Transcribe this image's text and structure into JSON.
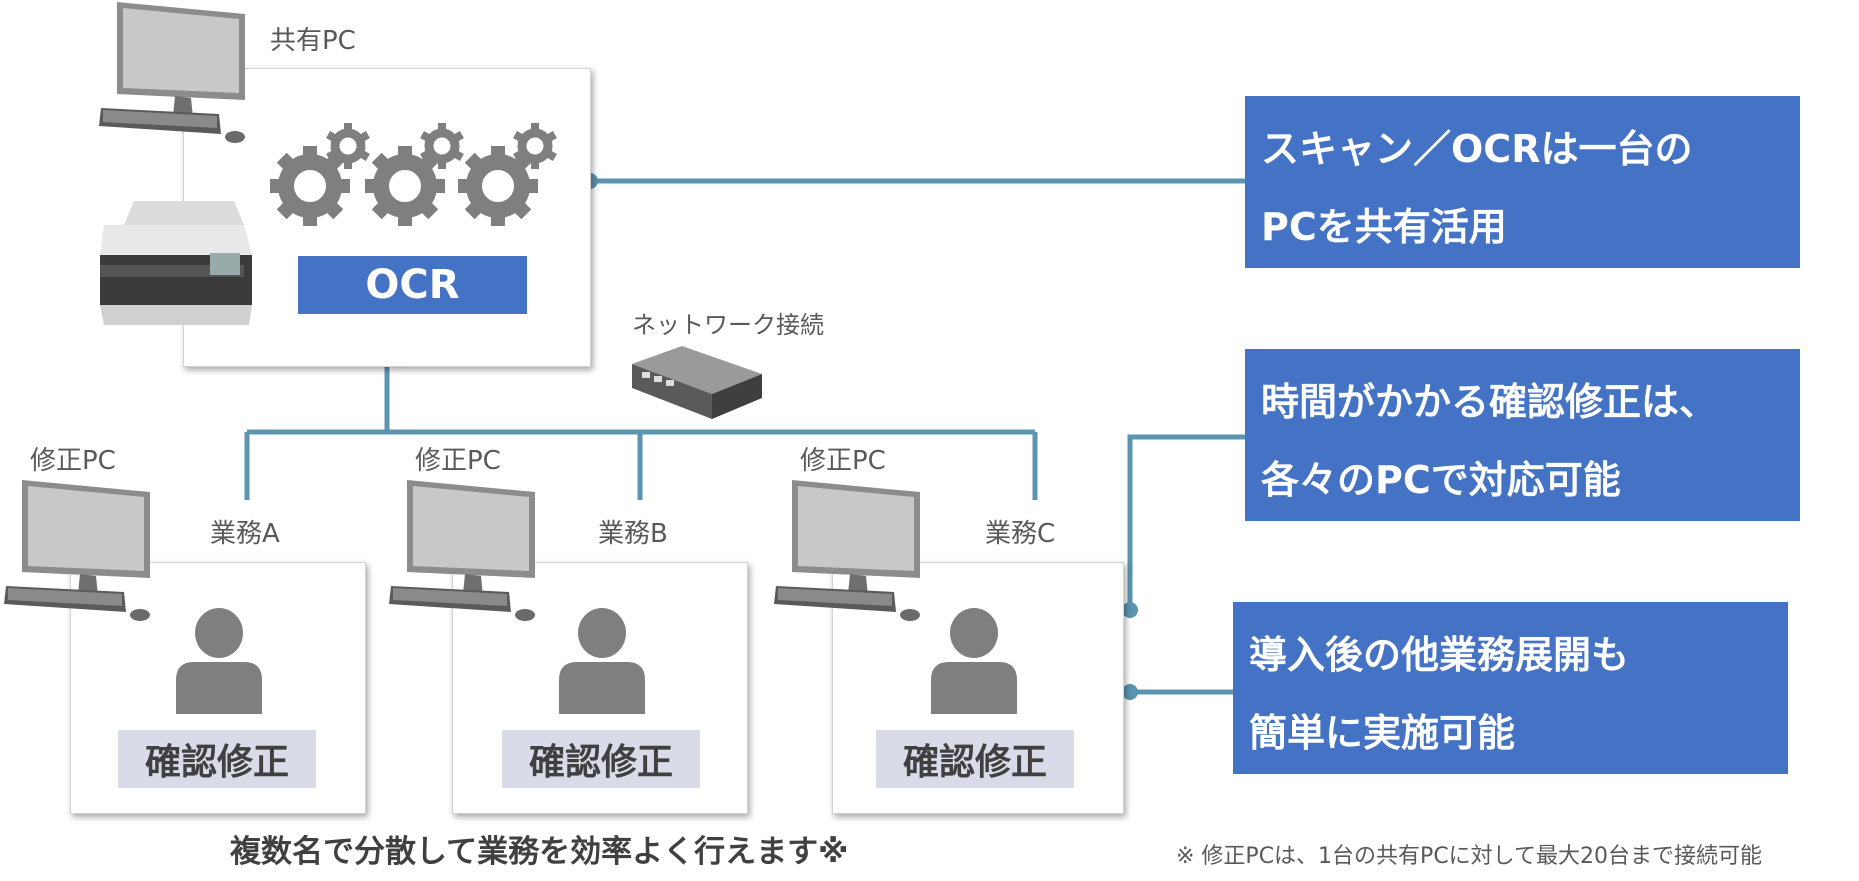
{
  "shared_pc": {
    "label": "共有PC",
    "ocr_label": "OCR"
  },
  "network": {
    "label": "ネットワーク接続"
  },
  "stations": [
    {
      "pc_label": "修正PC",
      "task_label": "業務A",
      "action_label": "確認修正"
    },
    {
      "pc_label": "修正PC",
      "task_label": "業務B",
      "action_label": "確認修正"
    },
    {
      "pc_label": "修正PC",
      "task_label": "業務C",
      "action_label": "確認修正"
    }
  ],
  "callouts": [
    {
      "line1": "スキャン／OCRは一台の",
      "line2": "PCを共有活用"
    },
    {
      "line1": "時間がかかる確認修正は、",
      "line2": "各々のPCで対応可能"
    },
    {
      "line1": "導入後の他業務展開も",
      "line2": "簡単に実施可能"
    }
  ],
  "footer": "複数名で分散して業務を効率よく行えます※",
  "note": "※ 修正PCは、1台の共有PCに対して最大20台まで接続可能",
  "colors": {
    "accent": "#4472c4",
    "line": "#5b95b0",
    "task_bg": "#d9dbe9",
    "icon": "#7f7f7f"
  }
}
